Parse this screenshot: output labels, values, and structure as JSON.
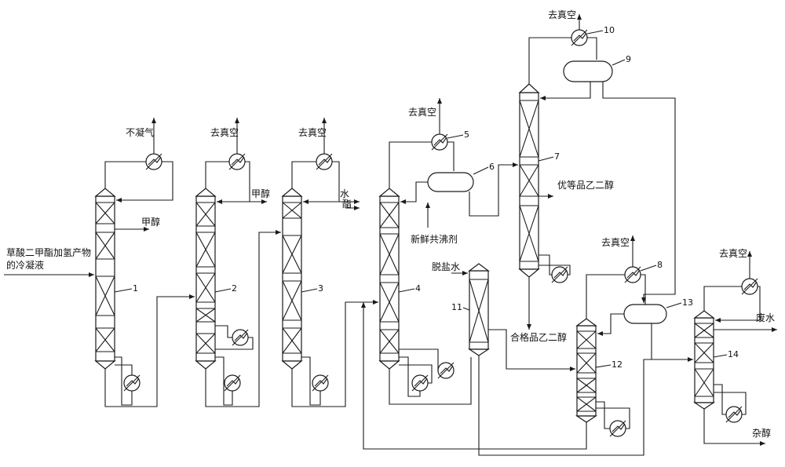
{
  "feed_label_line1": "草酸二甲酯加氢产物",
  "feed_label_line2": "的冷凝液",
  "stream_labels": {
    "noncondensable": "不凝气",
    "methanol_side_1": "甲醇",
    "vacuum_2": "去真空",
    "methanol_top_2": "甲醇",
    "vacuum_3": "去真空",
    "water_3": "水",
    "ester_3": "酯",
    "vacuum_4": "去真空",
    "fresh_entrainer": "新鲜共沸剂",
    "vacuum_7": "去真空",
    "premium_eg": "优等品乙二醇",
    "qualified_eg": "合格品乙二醇",
    "desalted_water": "脱盐水",
    "vacuum_12": "去真空",
    "vacuum_14": "去真空",
    "wastewater": "废水",
    "mixed_alcohols": "杂醇"
  },
  "equipment_numbers": {
    "e1": "1",
    "e2": "2",
    "e3": "3",
    "e4": "4",
    "e5": "5",
    "e6": "6",
    "e7": "7",
    "e8": "8",
    "e9": "9",
    "e10": "10",
    "e11": "11",
    "e12": "12",
    "e13": "13",
    "e14": "14"
  }
}
